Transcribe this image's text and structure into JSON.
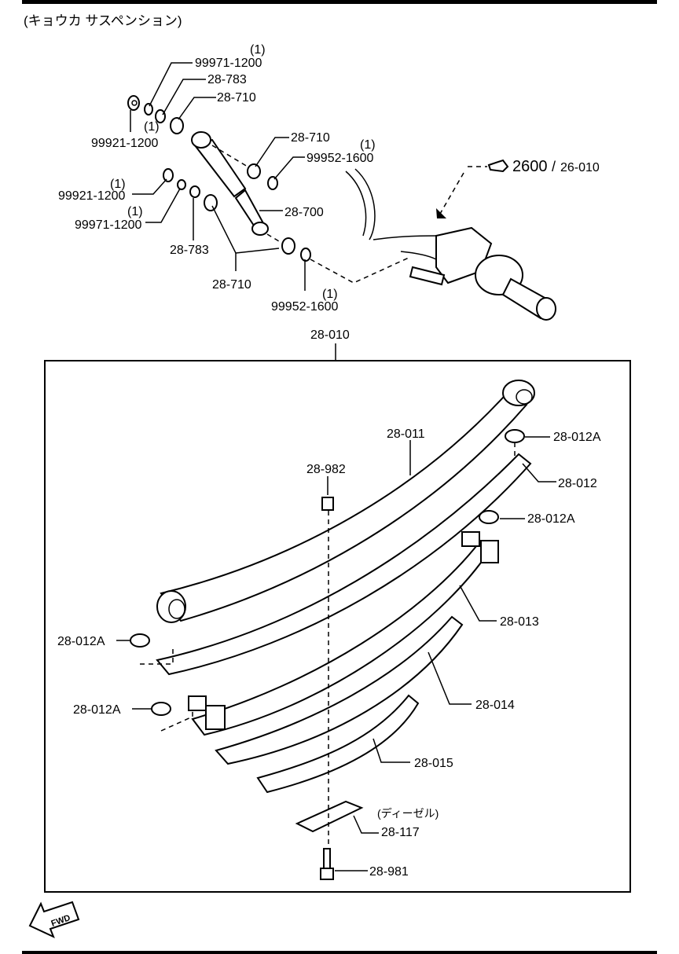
{
  "title": "(キョウカ サスペンション)",
  "shock_absorber": {
    "labels": {
      "q1": "(1)",
      "washer_top": "99971-1200",
      "bush_cup_top": "28-783",
      "bushing_top": "28-710",
      "q2": "(1)",
      "nut_top": "99921-1200",
      "bushing_right": "28-710",
      "q3": "(1)",
      "pin_top": "99952-1600",
      "q4": "(1)",
      "nut_mid": "99921-1200",
      "q5": "(1)",
      "washer_mid": "99971-1200",
      "shock": "28-700",
      "bush_cup_mid": "28-783",
      "bushing_bottom": "28-710",
      "q6": "(1)",
      "pin_bottom": "99952-1600"
    },
    "reference": {
      "page": "2600",
      "sep": "/",
      "sub": "26-010"
    }
  },
  "leaf_spring": {
    "assembly": "28-010",
    "labels": {
      "main_leaf": "28-011",
      "pad_a1": "28-012A",
      "nut": "28-982",
      "leaf2": "28-012",
      "pad_a2": "28-012A",
      "leaf3": "28-013",
      "pad_a3": "28-012A",
      "leaf4": "28-014",
      "pad_a4": "28-012A",
      "leaf5": "28-015",
      "diesel_note": "(ディーゼル)",
      "spacer": "28-117",
      "bolt": "28-981"
    }
  },
  "fwd_label": "FWD"
}
